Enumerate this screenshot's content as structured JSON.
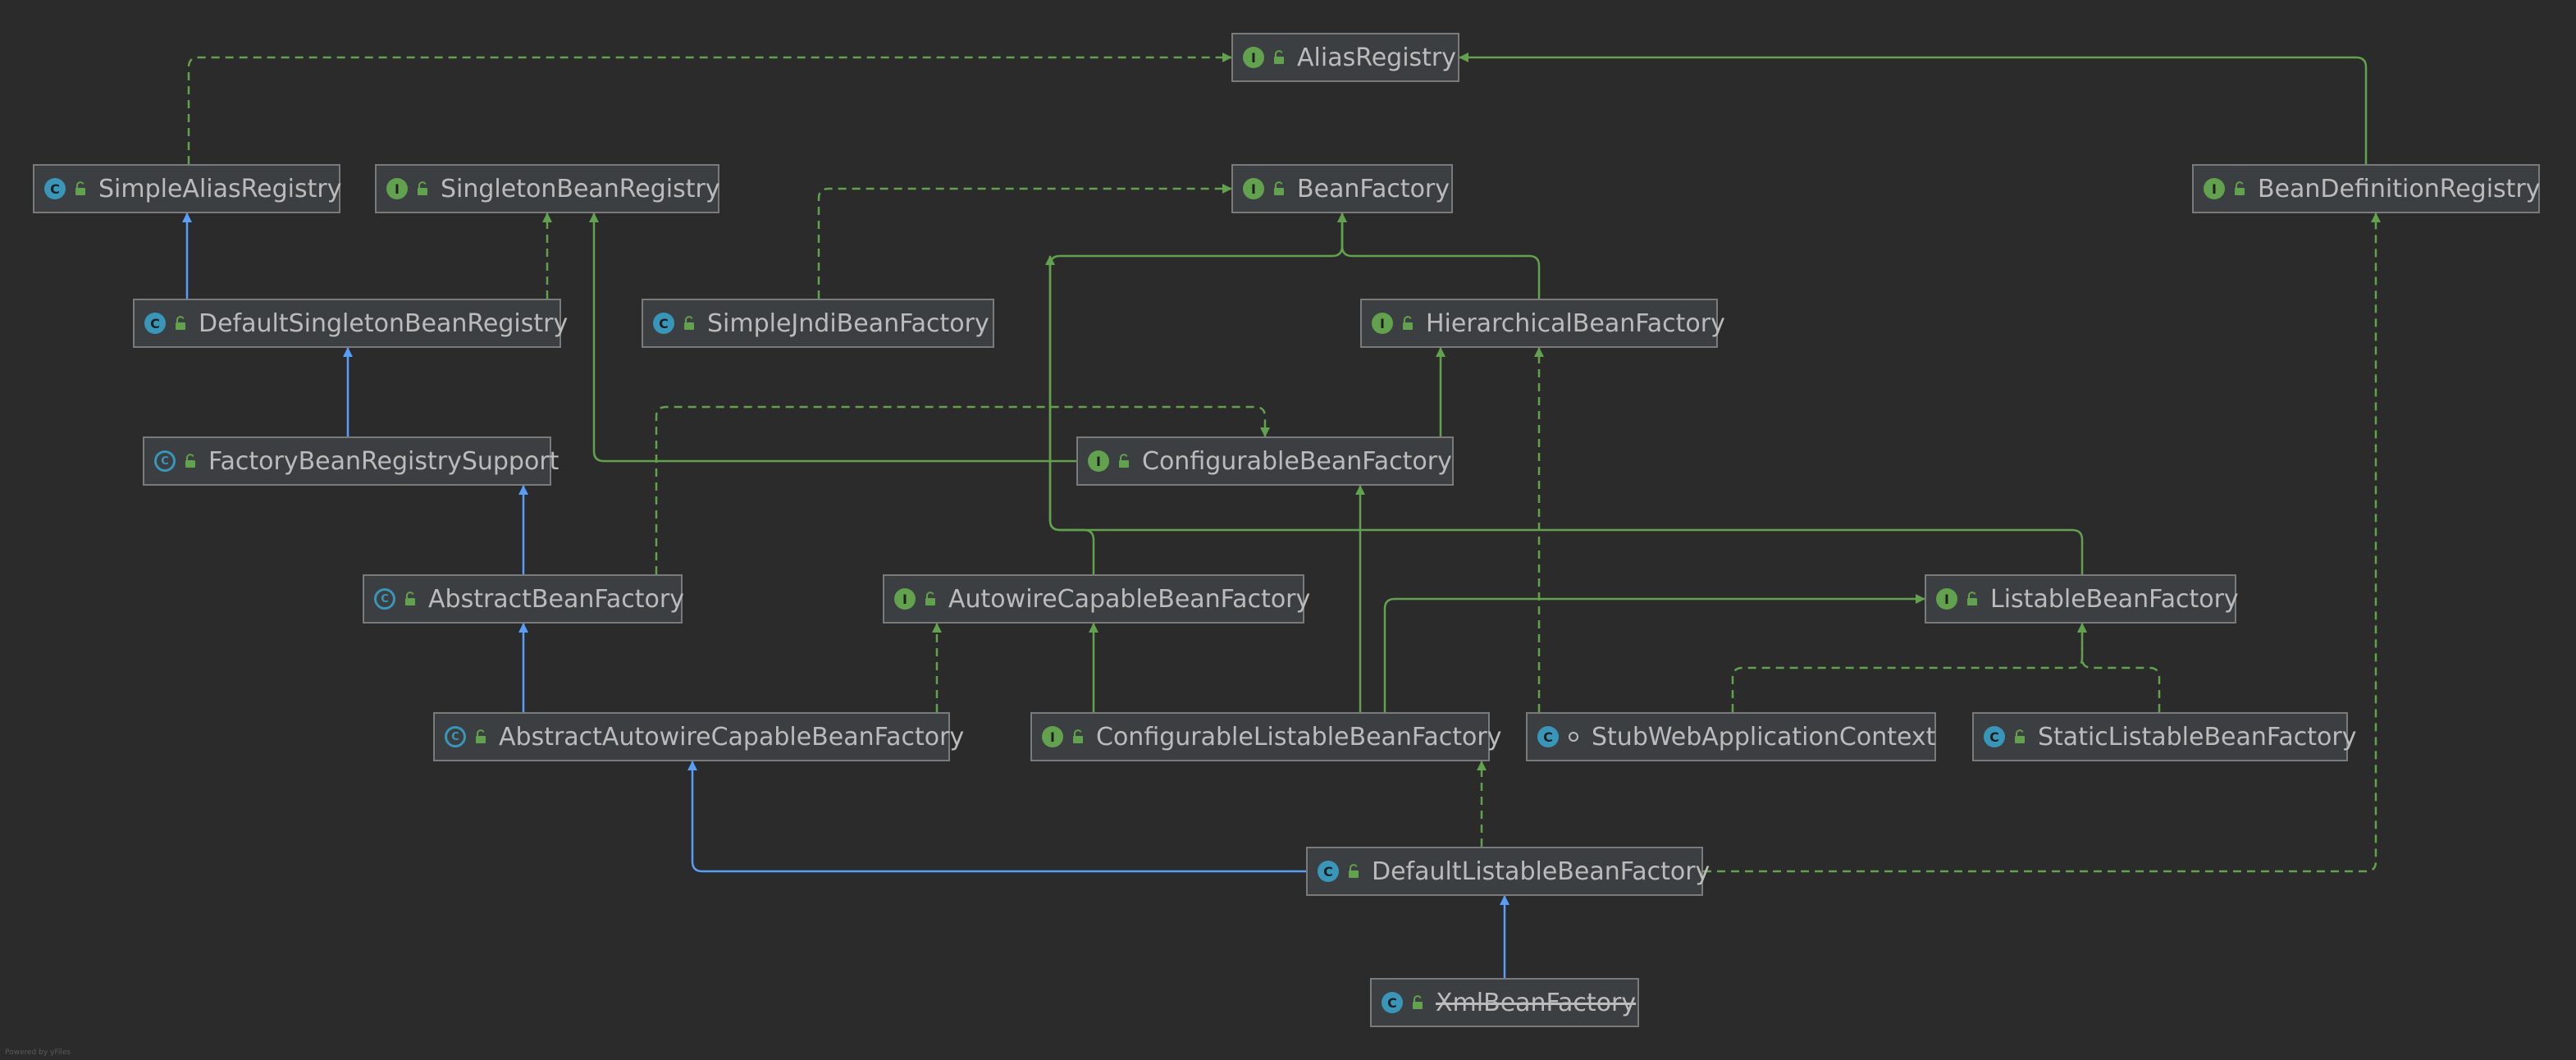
{
  "diagram": {
    "nodes": [
      {
        "id": "AliasRegistry",
        "label": "AliasRegistry",
        "kind": "i"
      },
      {
        "id": "SimpleAliasRegistry",
        "label": "SimpleAliasRegistry",
        "kind": "c"
      },
      {
        "id": "SingletonBeanRegistry",
        "label": "SingletonBeanRegistry",
        "kind": "i"
      },
      {
        "id": "BeanFactory",
        "label": "BeanFactory",
        "kind": "i"
      },
      {
        "id": "BeanDefinitionRegistry",
        "label": "BeanDefinitionRegistry",
        "kind": "i"
      },
      {
        "id": "DefaultSingletonBeanRegistry",
        "label": "DefaultSingletonBeanRegistry",
        "kind": "c"
      },
      {
        "id": "SimpleJndiBeanFactory",
        "label": "SimpleJndiBeanFactory",
        "kind": "c"
      },
      {
        "id": "HierarchicalBeanFactory",
        "label": "HierarchicalBeanFactory",
        "kind": "i"
      },
      {
        "id": "FactoryBeanRegistrySupport",
        "label": "FactoryBeanRegistrySupport",
        "kind": "a"
      },
      {
        "id": "ConfigurableBeanFactory",
        "label": "ConfigurableBeanFactory",
        "kind": "i"
      },
      {
        "id": "AbstractBeanFactory",
        "label": "AbstractBeanFactory",
        "kind": "a"
      },
      {
        "id": "AutowireCapableBeanFactory",
        "label": "AutowireCapableBeanFactory",
        "kind": "i"
      },
      {
        "id": "ListableBeanFactory",
        "label": "ListableBeanFactory",
        "kind": "i"
      },
      {
        "id": "AbstractAutowireCapableBeanFactory",
        "label": "AbstractAutowireCapableBeanFactory",
        "kind": "a"
      },
      {
        "id": "ConfigurableListableBeanFactory",
        "label": "ConfigurableListableBeanFactory",
        "kind": "i"
      },
      {
        "id": "StubWebApplicationContext",
        "label": "StubWebApplicationContext",
        "kind": "c",
        "visibility": "package"
      },
      {
        "id": "StaticListableBeanFactory",
        "label": "StaticListableBeanFactory",
        "kind": "c"
      },
      {
        "id": "DefaultListableBeanFactory",
        "label": "DefaultListableBeanFactory",
        "kind": "c"
      },
      {
        "id": "XmlBeanFactory",
        "label": "XmlBeanFactory",
        "kind": "c",
        "deprecated": true
      }
    ],
    "colors": {
      "background": "#2b2b2b",
      "node_fill": "#3c3f41",
      "node_border": "#7a7a7a",
      "text": "#bbbbbb",
      "extends_class": "#589df6",
      "extends_interface": "#62a14d",
      "implements": "#62a14d",
      "interface_badge": "#62a14d",
      "class_badge": "#3a96b8"
    },
    "badge_letters": {
      "i": "I",
      "c": "C",
      "a": "C"
    },
    "footnote": "Powered by yFiles"
  }
}
